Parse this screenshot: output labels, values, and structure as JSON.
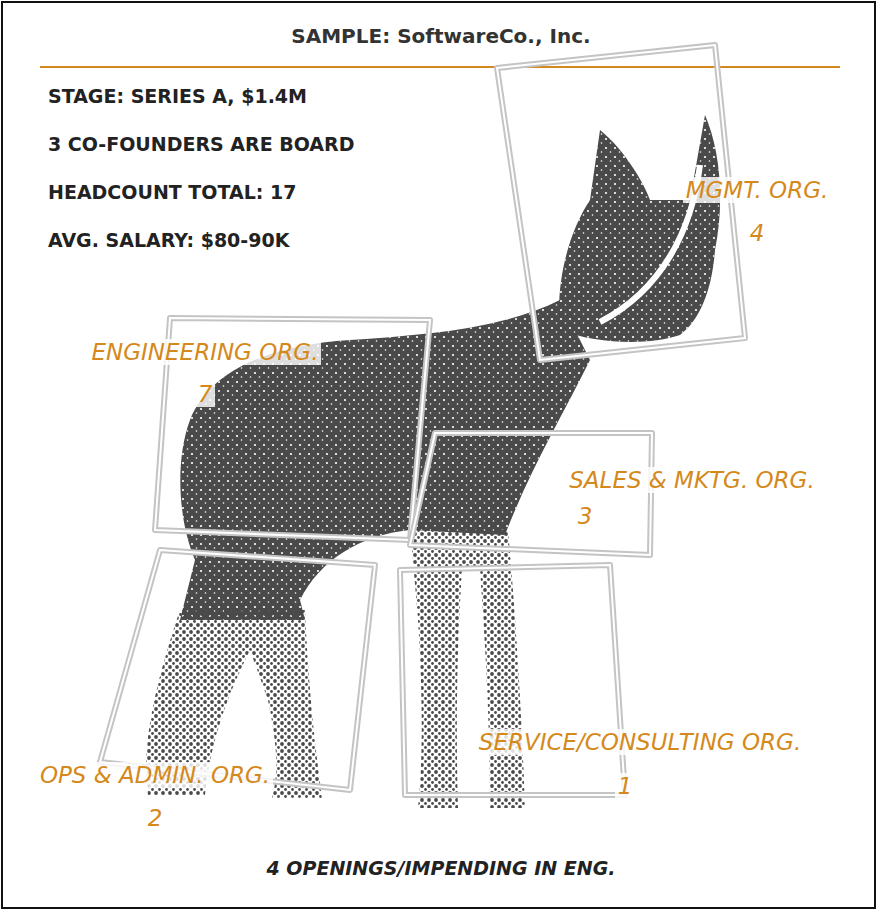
{
  "diagram": {
    "title": "SAMPLE: SoftwareCo., Inc.",
    "nodes": [
      {
        "text": [
          "MGMT. ORG.",
          "4"
        ]
      },
      {
        "text": [
          "ENGINEERING ORG.",
          "7"
        ]
      },
      {
        "text": [
          "SALES & MKTG. ORG.",
          "3"
        ]
      },
      {
        "text": [
          "SERVICE/CONSULTING ORG.",
          "1"
        ]
      },
      {
        "text": [
          "OPS & ADMIN. ORG.",
          "2"
        ]
      }
    ],
    "labels": [
      "STAGE: SERIES A, $1.4M",
      "3 CO-FOUNDERS ARE BOARD",
      "HEADCOUNT TOTAL: 17",
      "AVG. SALARY: $80-90K",
      "4 OPENINGS/IMPENDING IN ENG."
    ]
  }
}
